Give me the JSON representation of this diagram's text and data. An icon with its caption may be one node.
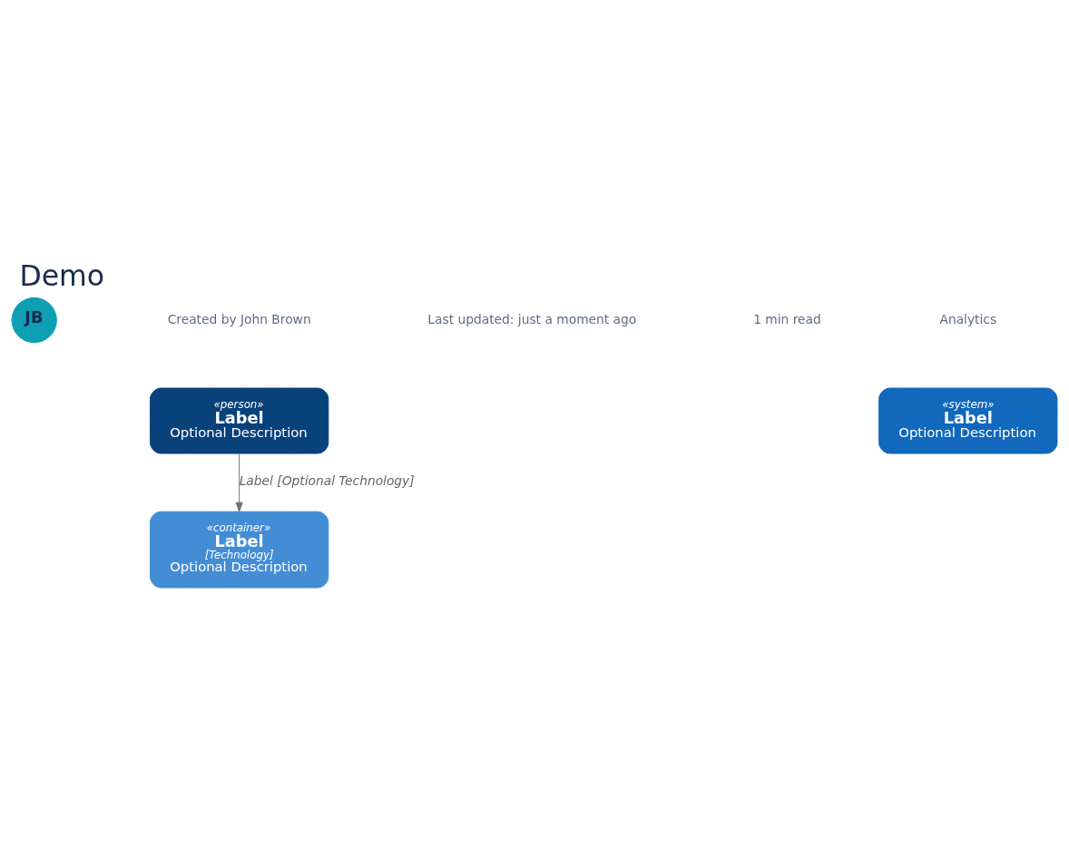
{
  "diagram": {
    "title": "Demo",
    "nodes": [
      {
        "text": [
          "JB"
        ]
      },
      {
        "text": [
          "«person»",
          "Label",
          "Optional Description"
        ]
      },
      {
        "text": [
          "«system»",
          "Label",
          "Optional Description"
        ]
      },
      {
        "text": [
          "«container»",
          "Label",
          "[Technology]",
          "Optional Description"
        ]
      }
    ],
    "edges": [
      {
        "from": 1,
        "to": 3,
        "arrow": "to",
        "label": "Label [Optional Technology]"
      }
    ],
    "labels": [
      "Created by John Brown",
      "Last updated: just a moment ago",
      "1 min read",
      "Analytics"
    ]
  }
}
